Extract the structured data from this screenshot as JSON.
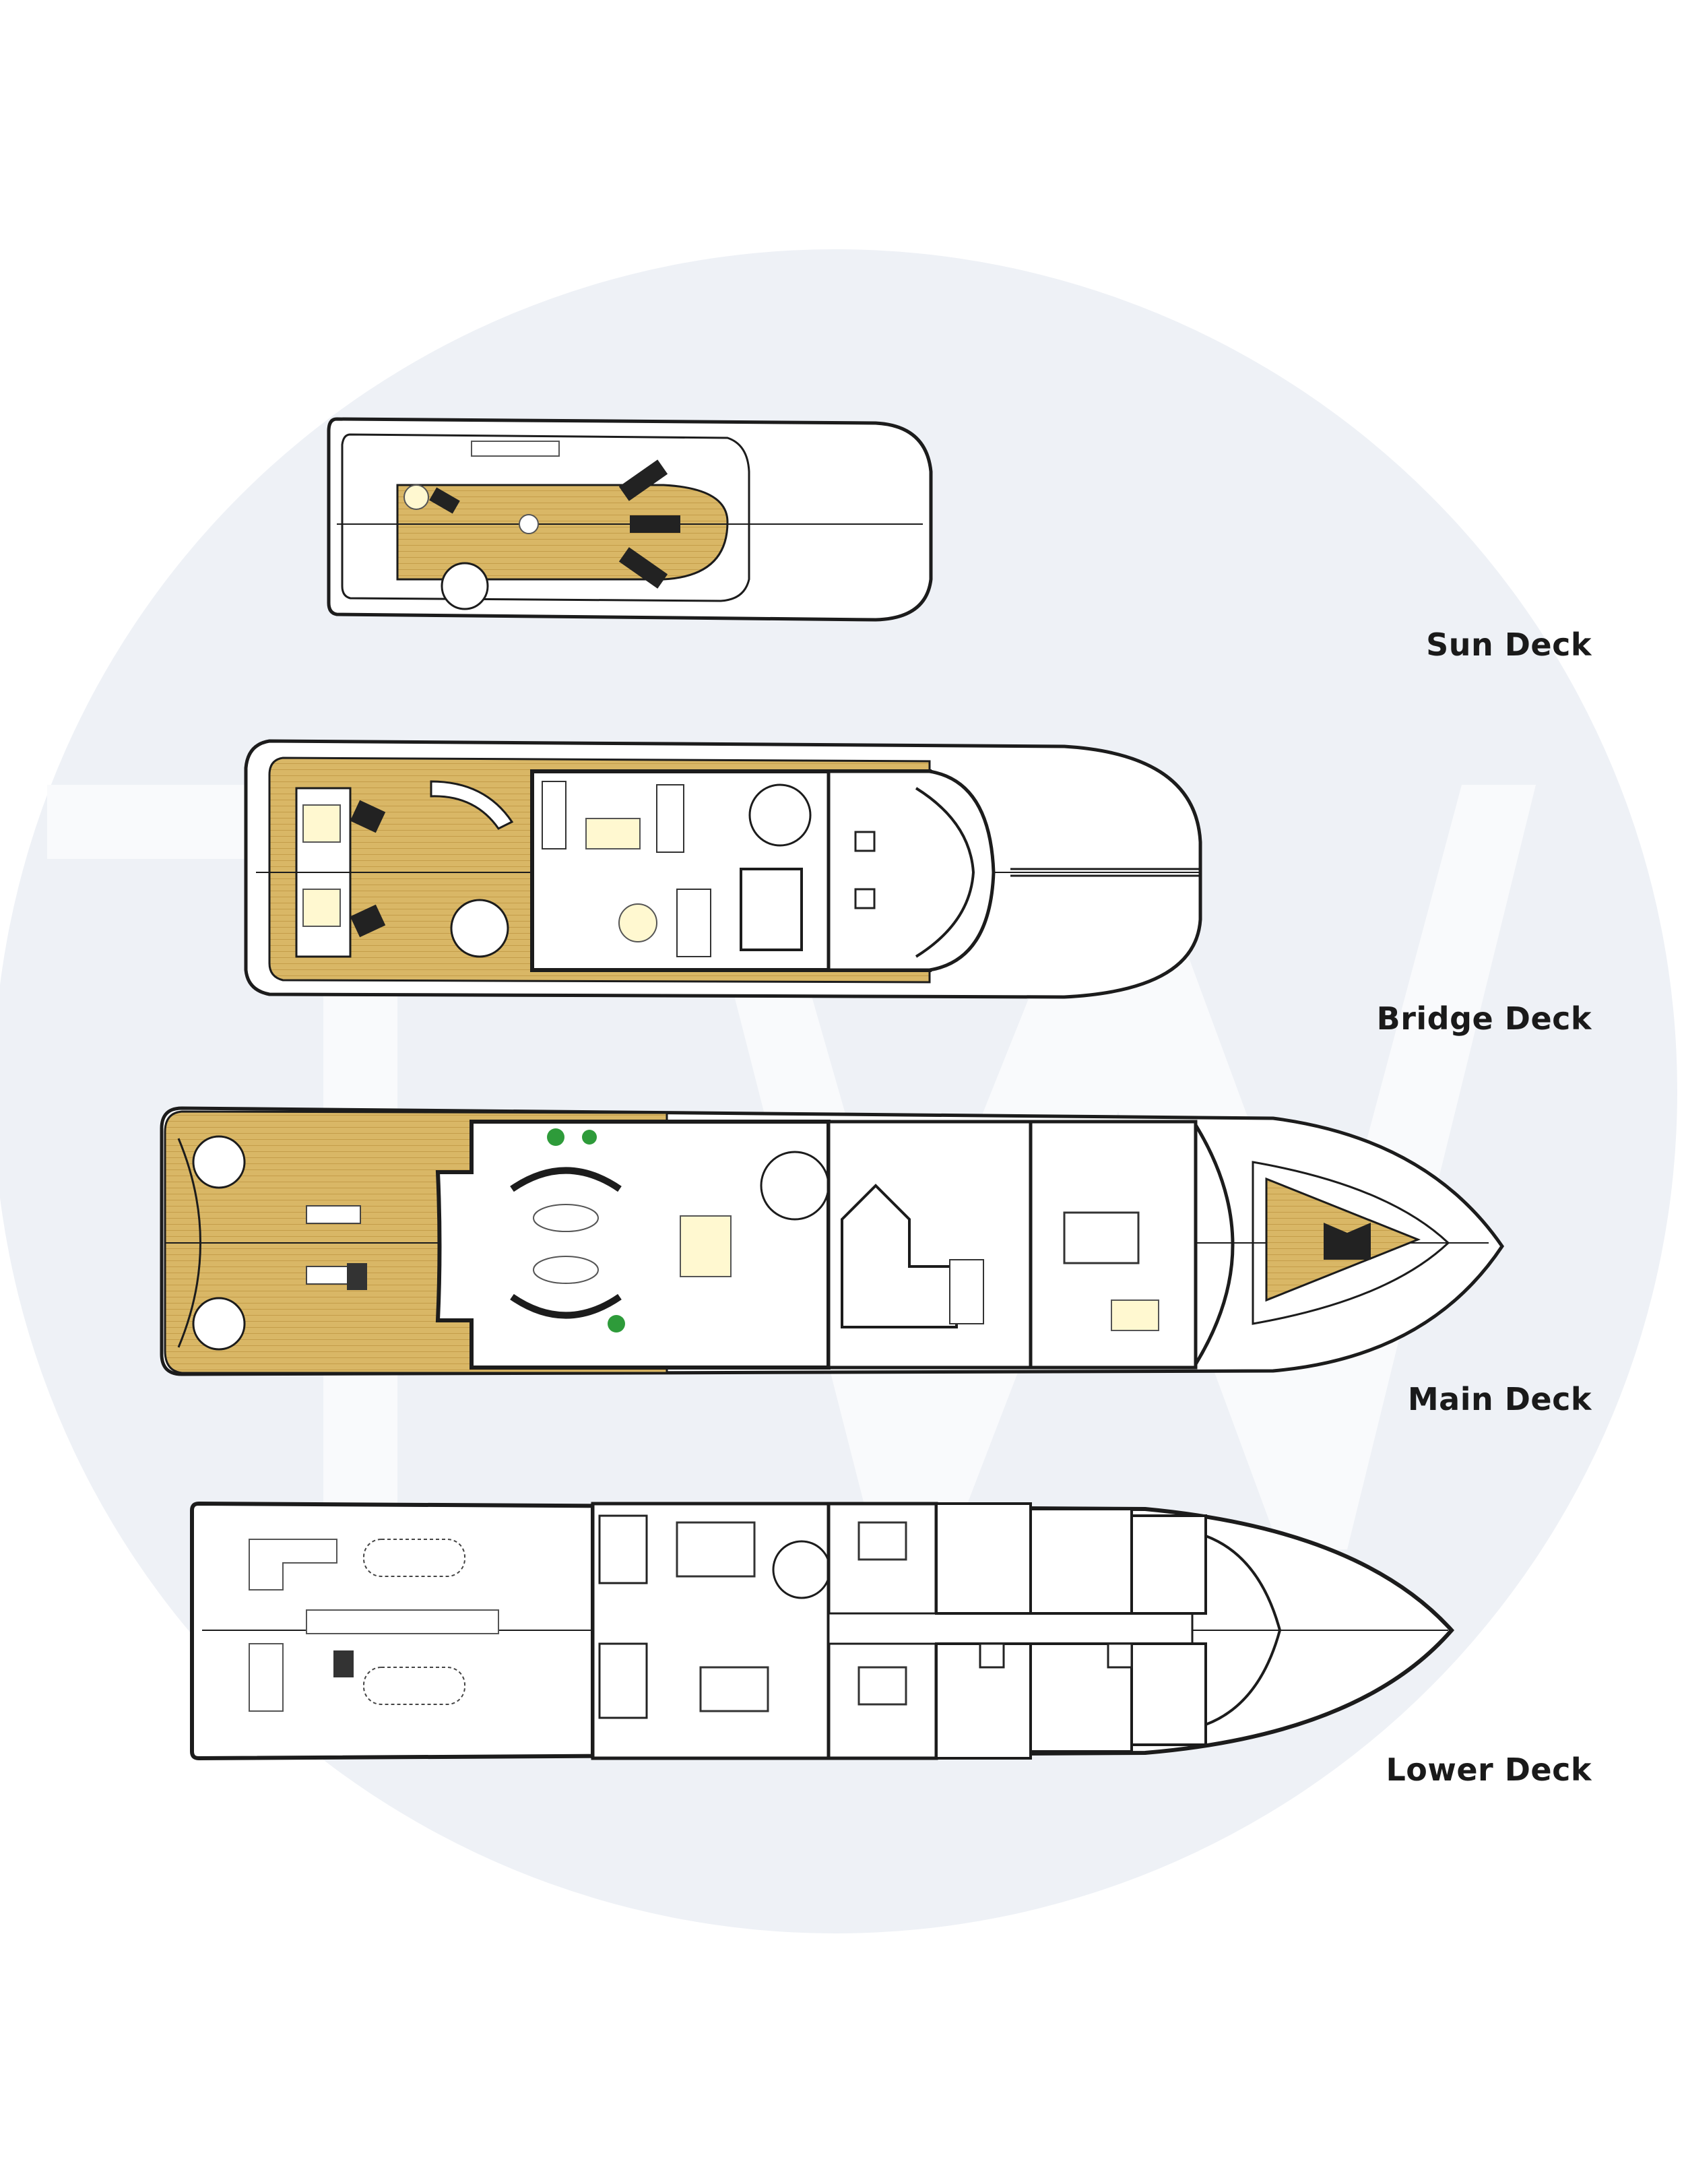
{
  "decks": [
    {
      "id": "sun",
      "label": "Sun Deck"
    },
    {
      "id": "bridge",
      "label": "Bridge Deck"
    },
    {
      "id": "main",
      "label": "Main Deck"
    },
    {
      "id": "lower",
      "label": "Lower Deck"
    }
  ],
  "colors": {
    "watermark_circle": "#eef1f6",
    "watermark_letters": "#f9fafc",
    "teak_deck": "#d9b766",
    "teak_line": "#c49d4a",
    "outline": "#1c1c1c",
    "furniture": "#444444",
    "plant": "#2e9b3a"
  }
}
